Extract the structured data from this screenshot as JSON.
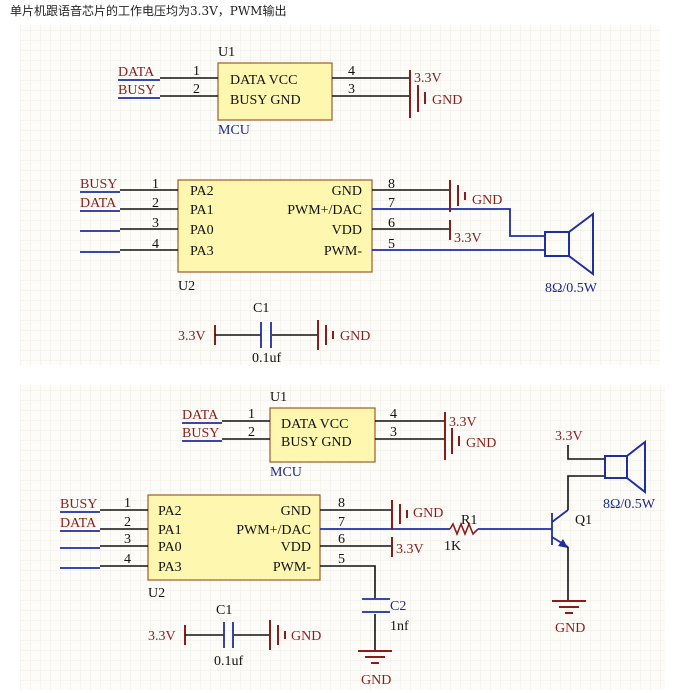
{
  "title": "单片机跟语音芯片的工作电压均为3.3V，PWM输出",
  "colors": {
    "wire": "#111111",
    "net_label": "#8a1c1c",
    "signal_wire": "#1f2fa0",
    "chip_fill": "#fdf7b0",
    "grid": "#f0ece4"
  },
  "top": {
    "u1": {
      "ref": "U1",
      "name": "MCU",
      "row1": "DATA VCC",
      "row2": "BUSY GND",
      "pins": [
        "1",
        "2",
        "4",
        "3"
      ],
      "nets": [
        "DATA",
        "BUSY"
      ],
      "power": "3.3V",
      "gnd": "GND"
    },
    "u2": {
      "ref": "U2",
      "left_pins": [
        {
          "num": "1",
          "name": "PA2",
          "net": "BUSY"
        },
        {
          "num": "2",
          "name": "PA1",
          "net": "DATA"
        },
        {
          "num": "3",
          "name": "PA0"
        },
        {
          "num": "4",
          "name": "PA3"
        }
      ],
      "right_pins": [
        {
          "num": "8",
          "name": "GND"
        },
        {
          "num": "7",
          "name": "PWM+/DAC"
        },
        {
          "num": "6",
          "name": "VDD"
        },
        {
          "num": "5",
          "name": "PWM-"
        }
      ],
      "gnd": "GND",
      "power": "3.3V"
    },
    "speaker": "8Ω/0.5W",
    "c1": {
      "ref": "C1",
      "value": "0.1uf",
      "power": "3.3V",
      "gnd": "GND"
    }
  },
  "bottom": {
    "u1": {
      "ref": "U1",
      "name": "MCU",
      "row1": "DATA VCC",
      "row2": "BUSY GND",
      "pins": [
        "1",
        "2",
        "4",
        "3"
      ],
      "nets": [
        "DATA",
        "BUSY"
      ],
      "power": "3.3V",
      "gnd": "GND"
    },
    "u2": {
      "ref": "U2",
      "left_pins": [
        {
          "num": "1",
          "name": "PA2",
          "net": "BUSY"
        },
        {
          "num": "2",
          "name": "PA1",
          "net": "DATA"
        },
        {
          "num": "3",
          "name": "PA0"
        },
        {
          "num": "4",
          "name": "PA3"
        }
      ],
      "right_pins": [
        {
          "num": "8",
          "name": "GND"
        },
        {
          "num": "7",
          "name": "PWM+/DAC"
        },
        {
          "num": "6",
          "name": "VDD"
        },
        {
          "num": "5",
          "name": "PWM-"
        }
      ],
      "gnd": "GND",
      "power": "3.3V"
    },
    "r1": {
      "ref": "R1",
      "value": "1K"
    },
    "q1": {
      "ref": "Q1"
    },
    "power": "3.3V",
    "q_gnd": "GND",
    "speaker": "8Ω/0.5W",
    "c1": {
      "ref": "C1",
      "value": "0.1uf",
      "power": "3.3V",
      "gnd": "GND"
    },
    "c2": {
      "ref": "C2",
      "value": "1nf",
      "gnd": "GND"
    }
  }
}
